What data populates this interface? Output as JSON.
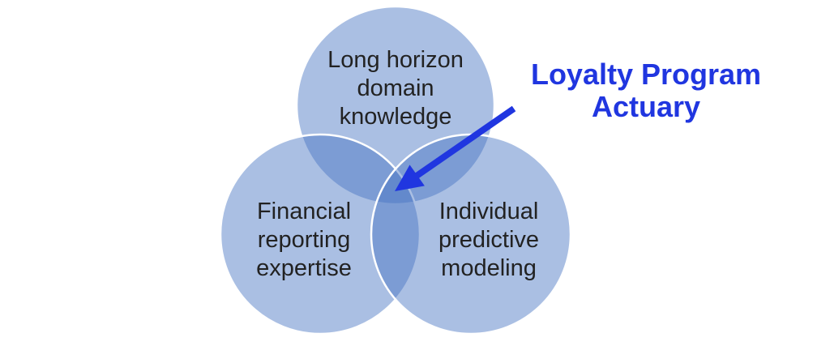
{
  "callout": {
    "lines": [
      "Loyalty Program",
      "Actuary"
    ],
    "color": "#2036E0"
  },
  "arrow": {
    "color": "#2036E0"
  },
  "venn": {
    "circle_fill": "#4673C1",
    "circle_stroke": "#FFFFFF",
    "text_color": "#222222",
    "circles": [
      {
        "name": "long-horizon-domain-knowledge",
        "lines": [
          "Long horizon",
          "domain",
          "knowledge"
        ]
      },
      {
        "name": "financial-reporting-expertise",
        "lines": [
          "Financial",
          "reporting",
          "expertise"
        ]
      },
      {
        "name": "individual-predictive-modeling",
        "lines": [
          "Individual",
          "predictive",
          "modeling"
        ]
      }
    ]
  }
}
